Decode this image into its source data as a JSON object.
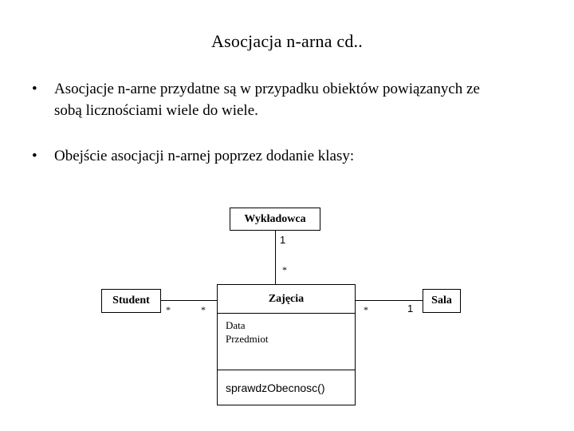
{
  "slide": {
    "title": "Asocjacja n-arna cd..",
    "background_color": "#ffffff",
    "text_color": "#000000"
  },
  "bullets": [
    {
      "marker": "•",
      "text": "Asocjacje n-arne przydatne są w przypadku obiektów powiązanych ze sobą licznościami wiele do wiele."
    },
    {
      "marker": "•",
      "text": "Obejście asocjacji n-arnej poprzez dodanie klasy:"
    }
  ],
  "diagram": {
    "type": "uml-class-diagram",
    "classes": [
      {
        "id": "wykladowca",
        "name": "Wykładowca",
        "attributes": [],
        "operations": []
      },
      {
        "id": "student",
        "name": "Student",
        "attributes": [],
        "operations": []
      },
      {
        "id": "zajecia",
        "name": "Zajęcia",
        "attributes": [
          "Data",
          "Przedmiot"
        ],
        "operations": [
          "sprawdzObecnosc()"
        ]
      },
      {
        "id": "sala",
        "name": "Sala",
        "attributes": [],
        "operations": []
      }
    ],
    "associations": [
      {
        "from": "wykladowca",
        "to": "zajecia",
        "from_multiplicity": "1",
        "to_multiplicity": "*"
      },
      {
        "from": "student",
        "to": "zajecia",
        "from_multiplicity": "*",
        "to_multiplicity": "*"
      },
      {
        "from": "zajecia",
        "to": "sala",
        "from_multiplicity": "*",
        "to_multiplicity": "1"
      }
    ]
  }
}
